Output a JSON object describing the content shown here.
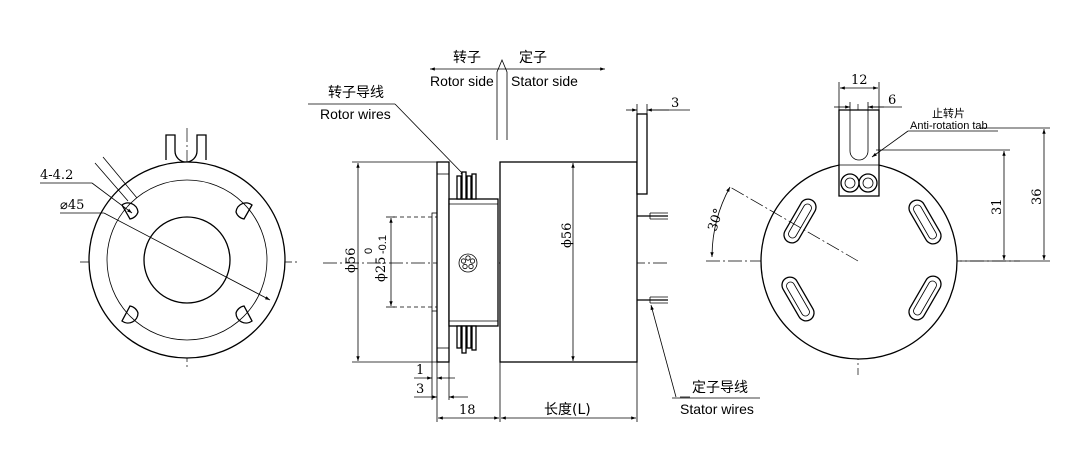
{
  "front_view": {
    "hole_spec": "4-4.2",
    "diameter": "⌀45"
  },
  "side_view": {
    "rotor_cn": "转子",
    "stator_cn": "定子",
    "rotor_side": "Rotor side",
    "stator_side": "Stator  side",
    "rotor_wires_cn": "转子导线",
    "rotor_wires": "Rotor wires",
    "stator_wires_cn": "定子导线",
    "stator_wires": "Stator wires",
    "dim_top_3": "3",
    "dim_dia_56_left": "ϕ56",
    "dim_dia_25": "ϕ25",
    "dim_tol_upper": "0",
    "dim_tol_lower": "-0.1",
    "dim_dia_56_body": "ϕ56",
    "dim_1": "1",
    "dim_3": "3",
    "dim_18": "18",
    "dim_length": "长度(L)"
  },
  "rear_view": {
    "dim_12": "12",
    "dim_6": "6",
    "tab_cn": "止转片",
    "tab_en": "Anti-rotation tab",
    "dim_31": "31",
    "dim_36": "36",
    "angle": "30°"
  }
}
